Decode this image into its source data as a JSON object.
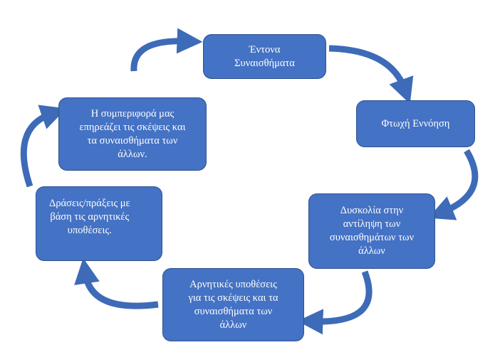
{
  "colors": {
    "box_fill": "#4472c4",
    "box_border": "#2f528f",
    "arrow": "#3d6bb8"
  },
  "nodes": [
    {
      "id": "intense-emotions",
      "text": "Έντονα\nΣυναισθήματα"
    },
    {
      "id": "poor-understanding",
      "text": "Φτωχή Εννόηση"
    },
    {
      "id": "difficulty-perceiving",
      "text": "Δυσκολία στην\nαντίληψη των\nσυναισθημάτων των\nάλλων"
    },
    {
      "id": "negative-assumptions",
      "text": "Αρνητικές υποθέσεις\nγια τις σκέψεις και τα\nσυναισθήματα των\nάλλων"
    },
    {
      "id": "actions",
      "text": "Δράσεις/πράξεις με\nβάση τις αρνητικές\nυποθέσεις."
    },
    {
      "id": "behavior-affects",
      "text": "Η συμπεριφορά μας\nεπηρεάζει τις σκέψεις και\nτα συναισθήματα των\nάλλων."
    }
  ]
}
